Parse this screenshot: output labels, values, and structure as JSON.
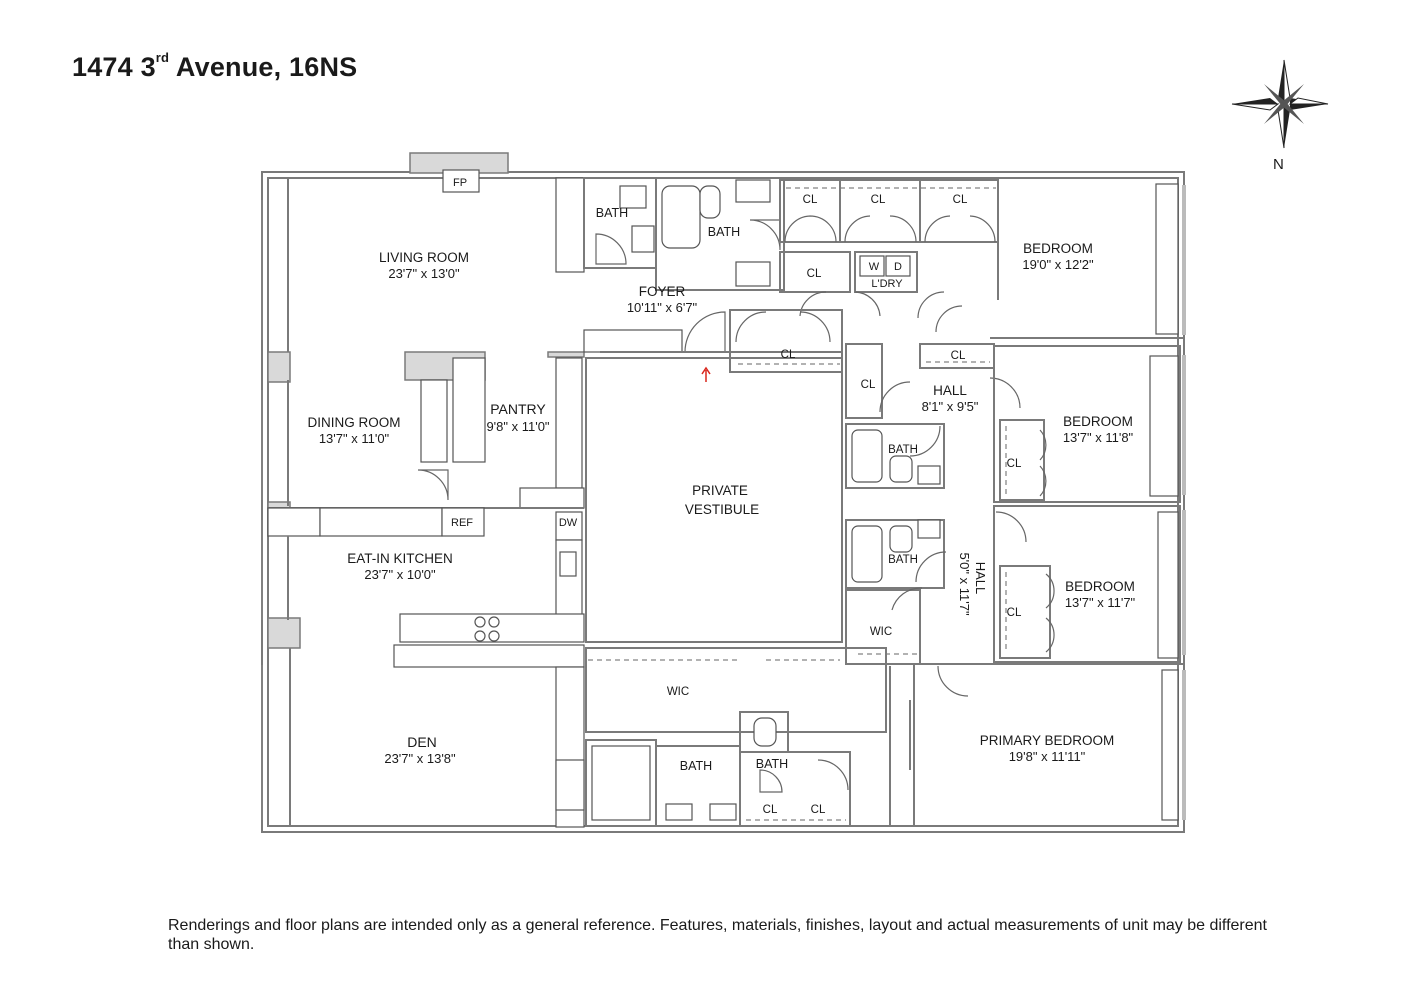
{
  "title": {
    "main": "1474 3",
    "sup": "rd",
    "rest": " Avenue, 16",
    "unit": "NS"
  },
  "compass": {
    "letter": "N",
    "icon": "compass-rose-icon"
  },
  "rooms": {
    "living": {
      "name": "LIVING ROOM",
      "dims": "23'7\" x 13'0\""
    },
    "dining": {
      "name": "DINING ROOM",
      "dims": "13'7\" x 11'0\""
    },
    "pantry": {
      "name": "PANTRY",
      "dims": "9'8\" x 11'0\""
    },
    "kitchen": {
      "name": "EAT-IN KITCHEN",
      "dims": "23'7\" x 10'0\""
    },
    "den": {
      "name": "DEN",
      "dims": "23'7\" x 13'8\""
    },
    "foyer": {
      "name": "FOYER",
      "dims": "10'11\" x 6'7\""
    },
    "vestibule": {
      "line1": "PRIVATE",
      "line2": "VESTIBULE"
    },
    "hall1": {
      "name": "HALL",
      "dims": "8'1\" x 9'5\""
    },
    "hall2": {
      "name": "HALL",
      "dims": "5'0\" x 11'7\""
    },
    "bedroom1": {
      "name": "BEDROOM",
      "dims": "19'0\" x 12'2\""
    },
    "bedroom2": {
      "name": "BEDROOM",
      "dims": "13'7\" x 11'8\""
    },
    "bedroom3": {
      "name": "BEDROOM",
      "dims": "13'7\" x 11'7\""
    },
    "primary": {
      "name": "PRIMARY BEDROOM",
      "dims": "19'8\" x 11'11\""
    }
  },
  "small_labels": {
    "fp": "FP",
    "bath": "BATH",
    "cl": "CL",
    "wic": "WIC",
    "ldry": "L'DRY",
    "w": "W",
    "d": "D",
    "ref": "REF",
    "dw": "DW"
  },
  "disclaimer": "Renderings and floor plans are intended only as a general reference. Features, materials, finishes, layout and actual measurements of unit may be different than shown."
}
